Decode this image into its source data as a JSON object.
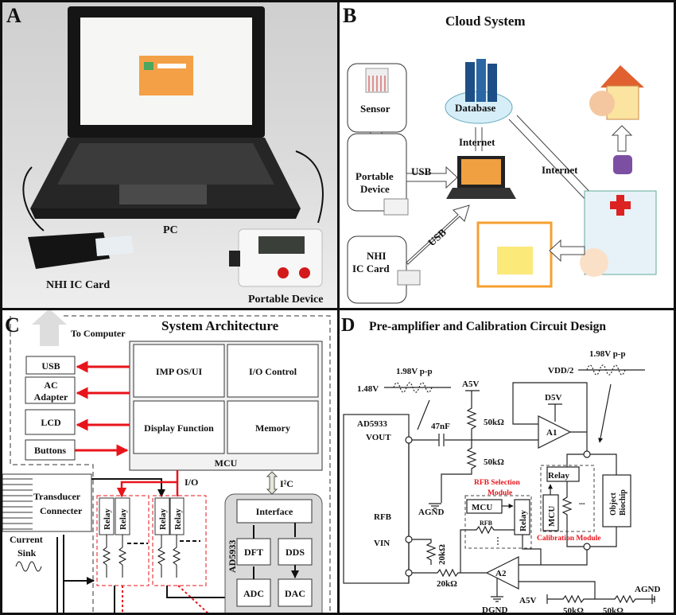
{
  "panel_a": {
    "label": "A",
    "pc": "PC",
    "nhi_card": "NHI  IC Card",
    "portable_device": "Portable Device"
  },
  "panel_b": {
    "label": "B",
    "title": "Cloud System",
    "sensor": "Sensor",
    "portable_line1": "Portable",
    "portable_line2": "Device",
    "nhi_line1": "NHI",
    "nhi_line2": "IC Card",
    "database": "Database",
    "usb_portable": "USB",
    "usb_card": "USB",
    "internet_db": "Internet",
    "internet_hospital": "Internet"
  },
  "panel_c": {
    "label": "C",
    "title": "System Architecture",
    "to_computer": "To Computer",
    "usb": "USB",
    "ac_line1": "AC",
    "ac_line2": "Adapter",
    "lcd": "LCD",
    "buttons": "Buttons",
    "imp_os_ui": "IMP OS/UI",
    "io_control": "I/O Control",
    "display_function": "Display Function",
    "memory": "Memory",
    "mcu": "MCU",
    "io": "I/O",
    "i2c": "I²C",
    "transducer_line1": "Transducer",
    "transducer_line2": "Connecter",
    "current_line1": "Current",
    "current_line2": "Sink",
    "relay": "Relay",
    "ad5933": "AD5933",
    "interface": "Interface",
    "dft": "DFT",
    "dds": "DDS",
    "adc": "ADC",
    "dac": "DAC"
  },
  "panel_d": {
    "label": "D",
    "title": "Pre-amplifier and Calibration Circuit  Design",
    "pp_left": "1.98V p-p",
    "pp_right": "1.98V p-p",
    "bias_left": "1.48V",
    "bias_right": "VDD/2",
    "a5v_top": "A5V",
    "d5v": "D5V",
    "ad5933": "AD5933",
    "vout": "VOUT",
    "rfb": "RFB",
    "vin": "VIN",
    "cap": "47nF",
    "r50_top": "50kΩ",
    "r50_mid": "50kΩ",
    "agnd_left": "AGND",
    "a1": "A1",
    "a2": "A2",
    "rfb_module_line1": "RFB Selection",
    "rfb_module_line2": "Module",
    "mcu_rfb": "MCU",
    "relay_rfb": "Relay",
    "r_fb": "RFB",
    "relay_cal": "Relay",
    "mcu_cal": "MCU",
    "cal_module": "Calibration Module",
    "biochip_line1": "Object",
    "biochip_line2": "Biochip",
    "r20_vert": "20kΩ",
    "r20_horiz": "20kΩ",
    "dgnd": "DGND",
    "a5v_bottom": "A5V",
    "r50_b1": "50kΩ",
    "r50_b2": "50kΩ",
    "agnd_right": "AGND",
    "dots": "..."
  },
  "colors": {
    "red": "#e8141b",
    "gray_block": "#d9d9d9",
    "ink": "#111111"
  }
}
